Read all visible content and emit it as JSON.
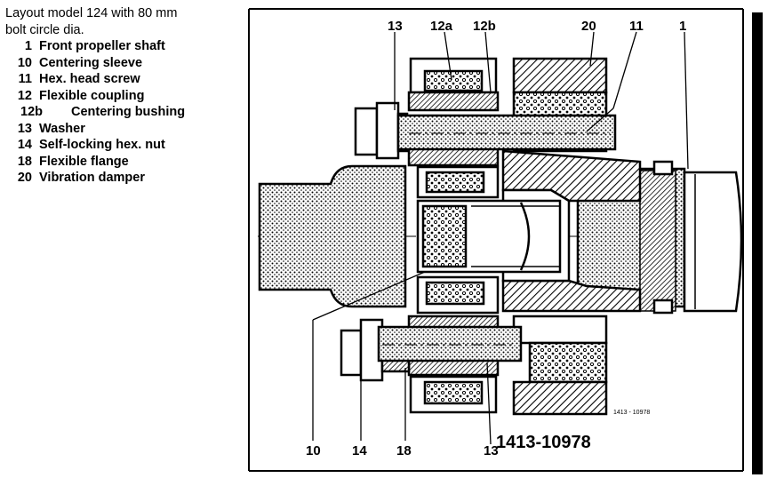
{
  "legend": {
    "title_line1": "Layout model 124 with 80 mm",
    "title_line2": "bolt circle dia.",
    "items": [
      {
        "num": "1",
        "label": "Front propeller shaft"
      },
      {
        "num": "10",
        "label": "Centering sleeve"
      },
      {
        "num": "11",
        "label": "Hex. head screw"
      },
      {
        "num": "12",
        "label": "Flexible coupling"
      },
      {
        "num": "12b",
        "label": "Centering bushing"
      },
      {
        "num": "13",
        "label": "Washer"
      },
      {
        "num": "14",
        "label": "Self-locking hex. nut"
      },
      {
        "num": "18",
        "label": "Flexible flange"
      },
      {
        "num": "20",
        "label": "Vibration damper"
      }
    ]
  },
  "callouts_top": [
    "13",
    "12a",
    "12b",
    "20",
    "11",
    "1"
  ],
  "callouts_bottom": [
    "10",
    "14",
    "18",
    "13"
  ],
  "reference": "1413-10978",
  "reference_small": "1413 - 10978"
}
